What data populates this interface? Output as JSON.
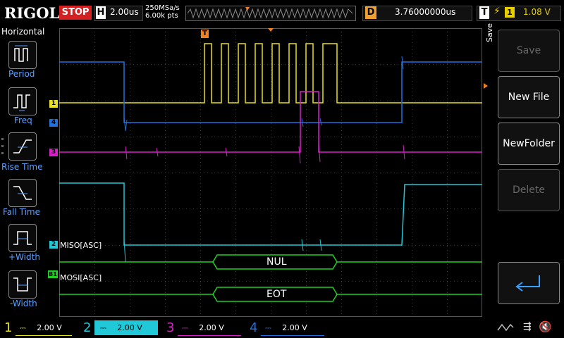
{
  "brand": "RIGOL",
  "run_state": "STOP",
  "horizontal_indicator": "H",
  "timebase": "2.00us",
  "sample_rate": "250MSa/s",
  "memory_depth": "6.00k pts",
  "delay": {
    "letter": "D",
    "value": "3.76000000us"
  },
  "trigger": {
    "letter": "T",
    "source": "1",
    "level": "1.08 V",
    "icon": "rising-edge-icon"
  },
  "left_menu": {
    "title": "Horizontal",
    "items": [
      {
        "label": "Period",
        "icon": "period-icon"
      },
      {
        "label": "Freq",
        "icon": "frequency-icon"
      },
      {
        "label": "Rise Time",
        "icon": "rise-time-icon"
      },
      {
        "label": "Fall Time",
        "icon": "fall-time-icon"
      },
      {
        "label": "+Width",
        "icon": "positive-width-icon"
      },
      {
        "label": "-Width",
        "icon": "negative-width-icon"
      }
    ]
  },
  "right_menu": {
    "title": "Save",
    "items": [
      {
        "label": "Save",
        "enabled": false
      },
      {
        "label": "New File",
        "enabled": true
      },
      {
        "label": "NewFolder",
        "enabled": true
      },
      {
        "label": "Delete",
        "enabled": false
      },
      {
        "label": "",
        "icon": "enter-return-icon",
        "enabled": true
      }
    ]
  },
  "trace_markers": {
    "ch1": "1",
    "ch4": "4",
    "ch3": "3",
    "ch2": "2",
    "bus1": "B1",
    "miso_label": "MISO[ASC]",
    "mosi_label": "MOSI[ASC]"
  },
  "decode": {
    "miso_value": "NUL",
    "mosi_value": "EOT"
  },
  "trigger_position_marker": "T",
  "channels": [
    {
      "num": "1",
      "scale": "2.00 V",
      "color": "#f0e020",
      "active": false
    },
    {
      "num": "2",
      "scale": "2.00 V",
      "color": "#20d0e0",
      "active": true
    },
    {
      "num": "3",
      "scale": "2.00 V",
      "color": "#e020d0",
      "active": false
    },
    {
      "num": "4",
      "scale": "2.00 V",
      "color": "#2080f0",
      "active": false
    }
  ],
  "colors": {
    "ch1": "#e8e020",
    "ch2": "#20c8d8",
    "ch3": "#d820c8",
    "ch4": "#2070e0",
    "bus": "#20d020",
    "accent_orange": "#f08020"
  }
}
